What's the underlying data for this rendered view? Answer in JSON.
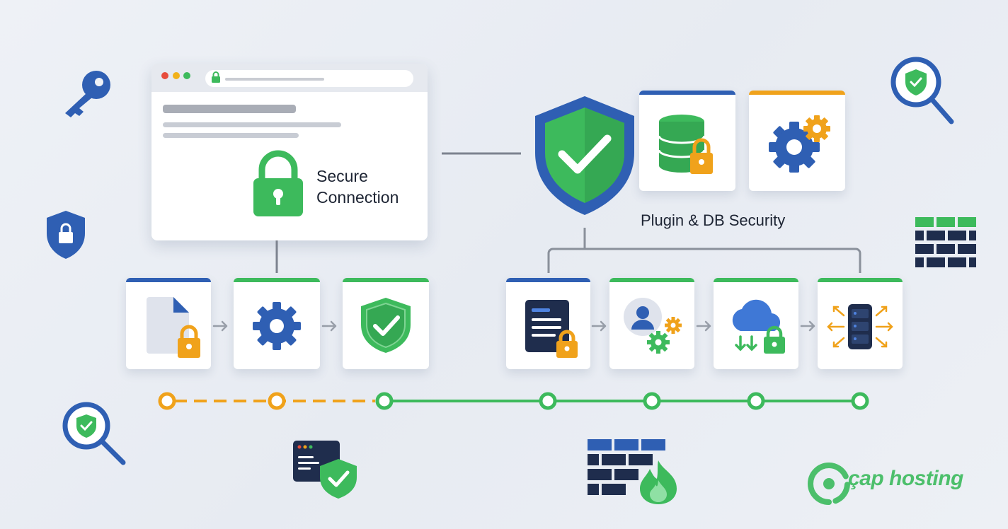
{
  "secure_connection": {
    "line1": "Secure",
    "line2": "Connection"
  },
  "plugin_db_label": "Plugin & DB Security",
  "brand": {
    "name": "çap hosting"
  },
  "colors": {
    "blue": "#2f5fb3",
    "green": "#3dba5c",
    "orange": "#f0a21b",
    "navy": "#1f2d4d"
  },
  "left_flow_icons": [
    "locked-file-icon",
    "gear-icon",
    "shield-check-icon"
  ],
  "right_flow_icons": [
    "locked-document-icon",
    "user-settings-icon",
    "cloud-sync-lock-icon",
    "server-icon"
  ],
  "top_right_cards": [
    "database-lock-icon",
    "gears-icon"
  ],
  "timeline": {
    "orange_nodes": 2,
    "green_nodes": 5
  }
}
